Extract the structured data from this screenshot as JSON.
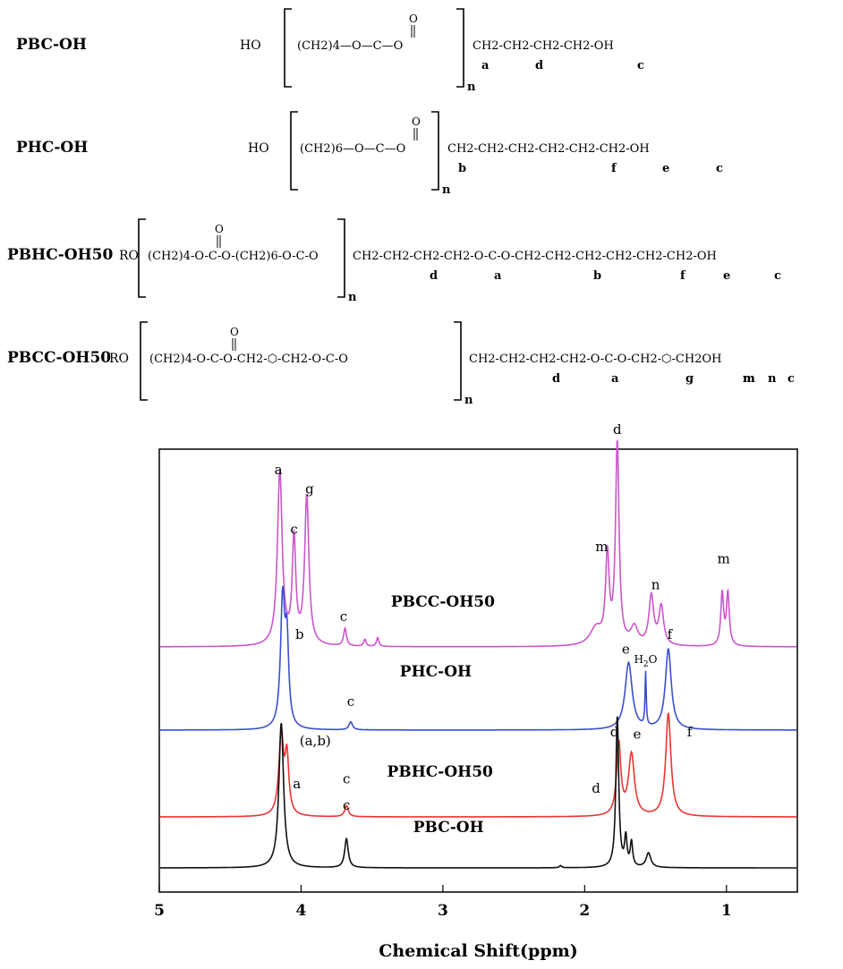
{
  "structures": [
    {
      "name": "PBC-OH",
      "prefix": "HO",
      "repeat": "(CH2)4—O—C—O",
      "tail": "CH2-CH2-CH2-CH2-OH",
      "tail_letters": [
        "a",
        "d",
        "c"
      ],
      "n": "n",
      "carbonyl": "O"
    },
    {
      "name": "PHC-OH",
      "prefix": "HO",
      "repeat": "(CH2)6—O—C—O",
      "tail": "CH2-CH2-CH2-CH2-CH2-CH2-OH",
      "tail_letters": [
        "b",
        "f",
        "e",
        "c"
      ],
      "n": "n",
      "carbonyl": "O"
    },
    {
      "name": "PBHC-OH50",
      "prefix": "RO",
      "repeat": "(CH2)4-O-C-O-(CH2)6-O-C-O",
      "tail": "CH2-CH2-CH2-CH2-O-C-O-CH2-CH2-CH2-CH2-CH2-CH2-OH",
      "tail_letters": [
        "d",
        "a",
        "b",
        "f",
        "e",
        "c"
      ],
      "n": "n",
      "carbonyl": "O"
    },
    {
      "name": "PBCC-OH50",
      "prefix": "RO",
      "repeat": "(CH2)4-O-C-O-CH2-⬡-CH2-O-C-O",
      "tail": "CH2-CH2-CH2-CH2-O-C-O-CH2-⬡-CH2OH",
      "tail_letters": [
        "d",
        "a",
        "g",
        "m",
        "n",
        "m",
        "c"
      ],
      "n": "n",
      "carbonyl": "O"
    }
  ],
  "chart_data": {
    "type": "line",
    "xlabel": "Chemical Shift(ppm)",
    "xlim": [
      5,
      0.5
    ],
    "x_reversed": true,
    "xticks": [
      5,
      4,
      3,
      2,
      1
    ],
    "grid": false,
    "series": [
      {
        "name": "PBCC-OH50",
        "color": "#cc55cc",
        "peaks": [
          {
            "x": 4.15,
            "height": 1.0,
            "width": 0.02
          },
          {
            "x": 4.05,
            "height": 0.6,
            "width": 0.015
          },
          {
            "x": 3.96,
            "height": 0.85,
            "width": 0.018
          },
          {
            "x": 3.69,
            "height": 0.1,
            "width": 0.012
          },
          {
            "x": 3.55,
            "height": 0.04,
            "width": 0.01
          },
          {
            "x": 3.46,
            "height": 0.05,
            "width": 0.01
          },
          {
            "x": 1.92,
            "height": 0.1,
            "width": 0.05
          },
          {
            "x": 1.84,
            "height": 0.5,
            "width": 0.015
          },
          {
            "x": 1.77,
            "height": 1.15,
            "width": 0.015
          },
          {
            "x": 1.65,
            "height": 0.1,
            "width": 0.03
          },
          {
            "x": 1.53,
            "height": 0.28,
            "width": 0.02
          },
          {
            "x": 1.46,
            "height": 0.22,
            "width": 0.02
          },
          {
            "x": 1.03,
            "height": 0.3,
            "width": 0.012
          },
          {
            "x": 0.99,
            "height": 0.3,
            "width": 0.012
          }
        ],
        "labels": [
          {
            "text": "a",
            "x": 4.16,
            "y": 0.99
          },
          {
            "text": "c",
            "x": 4.05,
            "y": 0.65
          },
          {
            "text": "g",
            "x": 3.94,
            "y": 0.88
          },
          {
            "text": "c",
            "x": 3.7,
            "y": 0.15
          },
          {
            "text": "m",
            "x": 1.88,
            "y": 0.55
          },
          {
            "text": "d",
            "x": 1.77,
            "y": 1.22
          },
          {
            "text": "n",
            "x": 1.5,
            "y": 0.33
          },
          {
            "text": "m",
            "x": 1.02,
            "y": 0.48
          }
        ],
        "title_x": 3.0
      },
      {
        "name": "PHC-OH",
        "color": "#3a4fcf",
        "peaks": [
          {
            "x": 4.13,
            "height": 0.95,
            "width": 0.018
          },
          {
            "x": 4.1,
            "height": 0.6,
            "width": 0.015
          },
          {
            "x": 3.65,
            "height": 0.06,
            "width": 0.015
          },
          {
            "x": 1.69,
            "height": 0.5,
            "width": 0.03
          },
          {
            "x": 1.57,
            "height": 0.4,
            "width": 0.005
          },
          {
            "x": 1.41,
            "height": 0.6,
            "width": 0.025
          }
        ],
        "labels": [
          {
            "text": "b",
            "x": 4.01,
            "y": 0.68
          },
          {
            "text": "c",
            "x": 3.65,
            "y": 0.18
          },
          {
            "text": "e",
            "x": 1.71,
            "y": 0.57
          },
          {
            "text": "H2O",
            "x": 1.57,
            "y": 0.5
          },
          {
            "text": "f",
            "x": 1.4,
            "y": 0.68
          }
        ],
        "title_x": 3.05
      },
      {
        "name": "PBHC-OH50",
        "color": "#ee3333",
        "peaks": [
          {
            "x": 4.14,
            "height": 0.72,
            "width": 0.02
          },
          {
            "x": 4.1,
            "height": 0.5,
            "width": 0.016
          },
          {
            "x": 3.68,
            "height": 0.1,
            "width": 0.015
          },
          {
            "x": 1.76,
            "height": 0.65,
            "width": 0.018
          },
          {
            "x": 1.67,
            "height": 0.55,
            "width": 0.025
          },
          {
            "x": 1.41,
            "height": 0.92,
            "width": 0.022
          }
        ],
        "labels": [
          {
            "text": "(a,b)",
            "x": 3.9,
            "y": 0.64
          },
          {
            "text": "c",
            "x": 3.68,
            "y": 0.3
          },
          {
            "text": "d",
            "x": 1.79,
            "y": 0.72
          },
          {
            "text": "e",
            "x": 1.63,
            "y": 0.7
          },
          {
            "text": "f",
            "x": 1.26,
            "y": 0.72
          }
        ],
        "title_x": 3.02
      },
      {
        "name": "PBC-OH",
        "color": "#111111",
        "peaks": [
          {
            "x": 4.14,
            "height": 1.0,
            "width": 0.02
          },
          {
            "x": 3.68,
            "height": 0.2,
            "width": 0.015
          },
          {
            "x": 2.17,
            "height": 0.015,
            "width": 0.01
          },
          {
            "x": 1.77,
            "height": 1.05,
            "width": 0.012
          },
          {
            "x": 1.71,
            "height": 0.2,
            "width": 0.01
          },
          {
            "x": 1.67,
            "height": 0.17,
            "width": 0.01
          },
          {
            "x": 1.55,
            "height": 0.1,
            "width": 0.02
          }
        ],
        "labels": [
          {
            "text": "a",
            "x": 4.03,
            "y": 0.55
          },
          {
            "text": "c",
            "x": 3.68,
            "y": 0.4
          },
          {
            "text": "d",
            "x": 1.92,
            "y": 0.52
          }
        ],
        "title_x": 2.96
      }
    ]
  }
}
